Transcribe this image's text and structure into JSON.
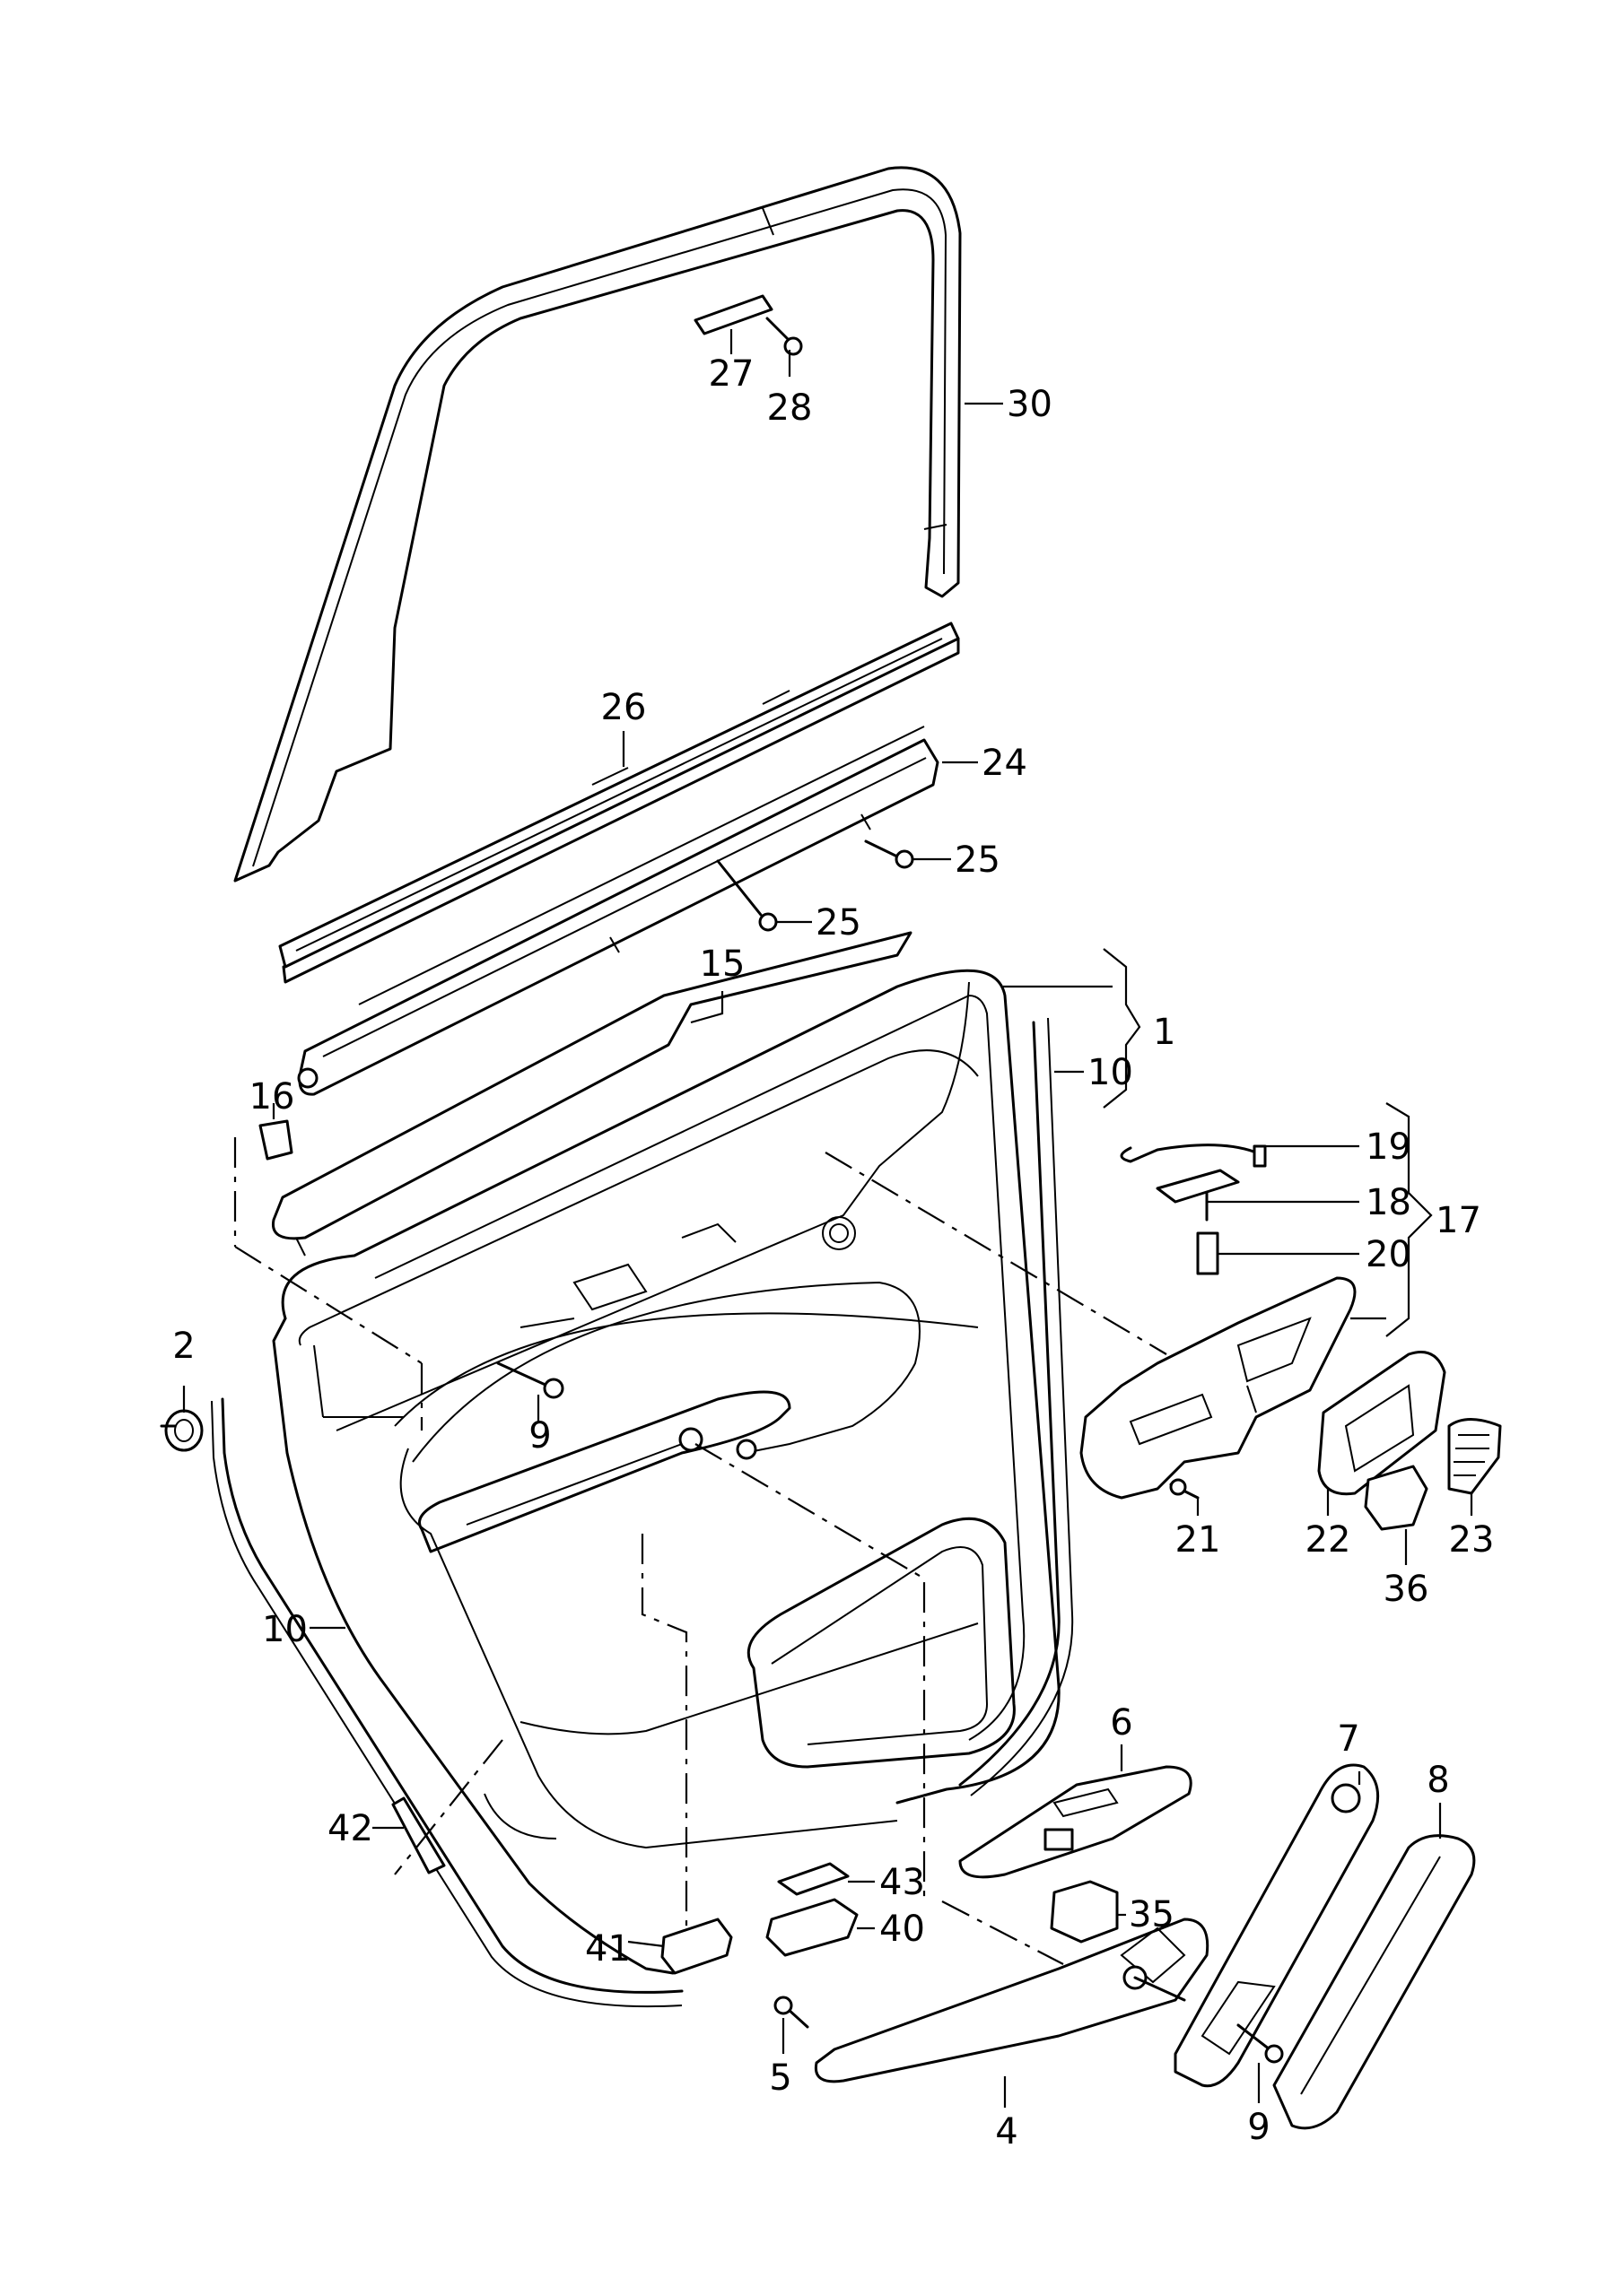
{
  "diagram": {
    "callouts": {
      "p1": "1",
      "p2": "2",
      "p4": "4",
      "p5": "5",
      "p6": "6",
      "p7": "7",
      "p8": "8",
      "p9a": "9",
      "p9b": "9",
      "p10a": "10",
      "p10b": "10",
      "p15": "15",
      "p16": "16",
      "p17": "17",
      "p18": "18",
      "p19": "19",
      "p20": "20",
      "p21": "21",
      "p22": "22",
      "p23": "23",
      "p24": "24",
      "p25a": "25",
      "p25b": "25",
      "p26": "26",
      "p27": "27",
      "p28": "28",
      "p30": "30",
      "p35": "35",
      "p36": "36",
      "p40": "40",
      "p41": "41",
      "p42": "42",
      "p43": "43"
    }
  }
}
